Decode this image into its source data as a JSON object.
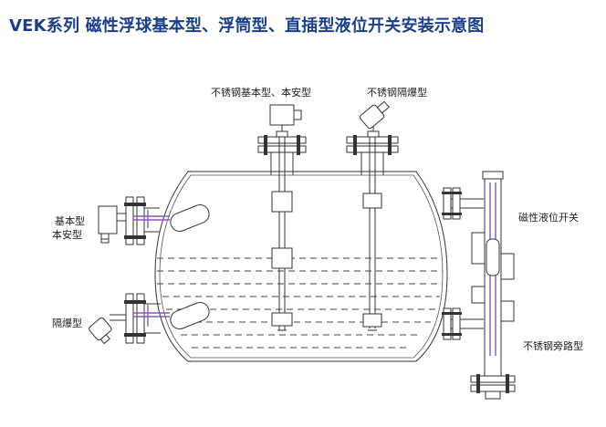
{
  "title": "VEK系列 磁性浮球基本型、浮筒型、直插型液位开关安装示意图",
  "labels": {
    "top_left": "不锈钢基本型、本安型",
    "top_right": "不锈钢隔爆型",
    "left_upper_1": "基本型",
    "left_upper_2": "本安型",
    "left_lower": "隔爆型",
    "right_upper": "磁性液位开关",
    "right_lower": "不锈钢旁路型"
  },
  "colors": {
    "title": "#1a3f8f",
    "accent_purple": "#8a58b8",
    "line": "#333333"
  },
  "icons": {
    "flange": "bolted-flange",
    "float": "ball-float",
    "junction_box": "explosion-proof-head"
  }
}
